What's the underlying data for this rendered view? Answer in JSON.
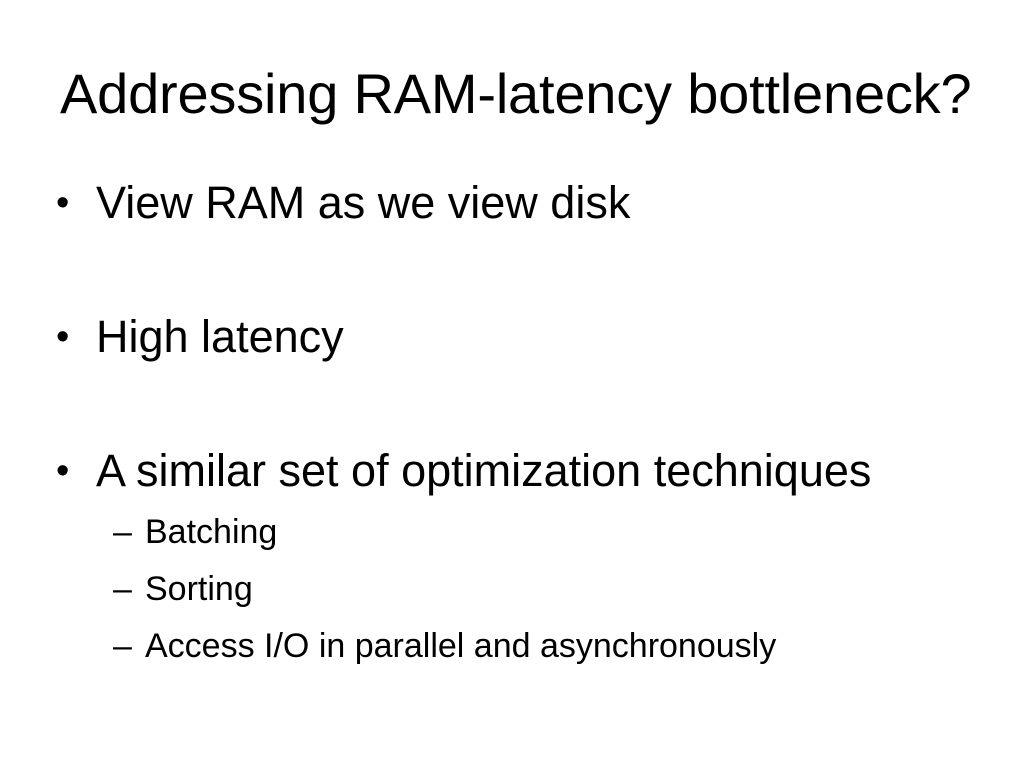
{
  "slide": {
    "background_color": "#ffffff",
    "text_color": "#000000",
    "title": "Addressing RAM-latency bottleneck?",
    "level1_marker": "•",
    "level2_marker": "–",
    "bullets": [
      {
        "text": "View RAM as we view disk",
        "sub": []
      },
      {
        "text": "High latency",
        "sub": []
      },
      {
        "text": "A similar set of optimization techniques",
        "sub": [
          {
            "text": "Batching"
          },
          {
            "text": "Sorting"
          },
          {
            "text": "Access I/O in parallel and asynchronously"
          }
        ]
      }
    ]
  }
}
